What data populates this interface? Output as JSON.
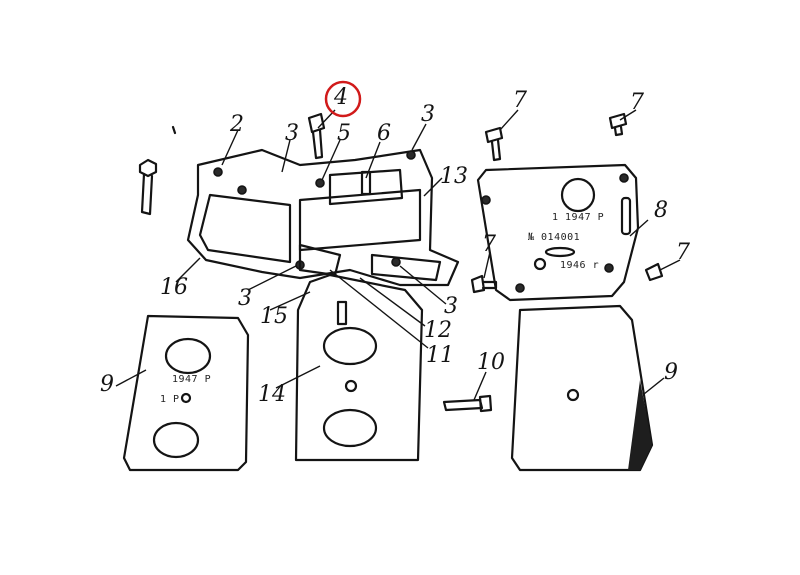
{
  "colors": {
    "ink": "#141414",
    "paper": "#ffffff",
    "highlight_circle": "#d11a1a"
  },
  "labels": [
    {
      "id": "l4",
      "text": "4",
      "highlighted": true
    },
    {
      "id": "l2",
      "text": "2"
    },
    {
      "id": "l3a",
      "text": "3"
    },
    {
      "id": "l5",
      "text": "5"
    },
    {
      "id": "l6",
      "text": "6"
    },
    {
      "id": "l3b",
      "text": "3"
    },
    {
      "id": "l13",
      "text": "13"
    },
    {
      "id": "l16",
      "text": "16"
    },
    {
      "id": "l3c",
      "text": "3"
    },
    {
      "id": "l15",
      "text": "15"
    },
    {
      "id": "l3d",
      "text": "3"
    },
    {
      "id": "l12",
      "text": "12"
    },
    {
      "id": "l11",
      "text": "11"
    },
    {
      "id": "l14",
      "text": "14"
    },
    {
      "id": "l9a",
      "text": "9"
    },
    {
      "id": "l7a",
      "text": "7"
    },
    {
      "id": "l7b",
      "text": "7"
    },
    {
      "id": "l8",
      "text": "8"
    },
    {
      "id": "l7c",
      "text": "7"
    },
    {
      "id": "l7d",
      "text": "7"
    },
    {
      "id": "l10",
      "text": "10"
    },
    {
      "id": "l9b",
      "text": "9"
    }
  ],
  "plate_markings": {
    "line1": "1 1947 P",
    "line2": "№ 014001",
    "line3": "1946 r"
  },
  "grip_markings": {
    "line1": "1947 P",
    "line2": "1 P"
  }
}
